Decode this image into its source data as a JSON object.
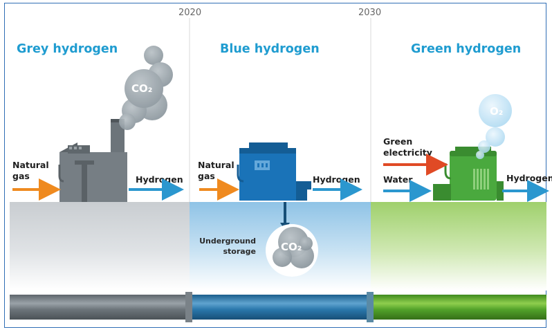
{
  "timeline": {
    "year_1": "2020",
    "year_2": "2030"
  },
  "sections": [
    {
      "title": "Grey hydrogen",
      "input_1_line1": "Natural",
      "input_1_line2": "gas",
      "output": "Hydrogen",
      "emission": "CO₂",
      "color": "#7f8489"
    },
    {
      "title": "Blue hydrogen",
      "input_1_line1": "Natural",
      "input_1_line2": "gas",
      "output": "Hydrogen",
      "storage_line1": "Underground",
      "storage_line2": "storage",
      "storage_gas": "CO₂",
      "color": "#1a73b8"
    },
    {
      "title": "Green hydrogen",
      "input_1_line1": "Green",
      "input_1_line2": "electricity",
      "input_2": "Water",
      "output": "Hydrogen",
      "emission": "O₂",
      "color": "#4aa93e"
    }
  ]
}
